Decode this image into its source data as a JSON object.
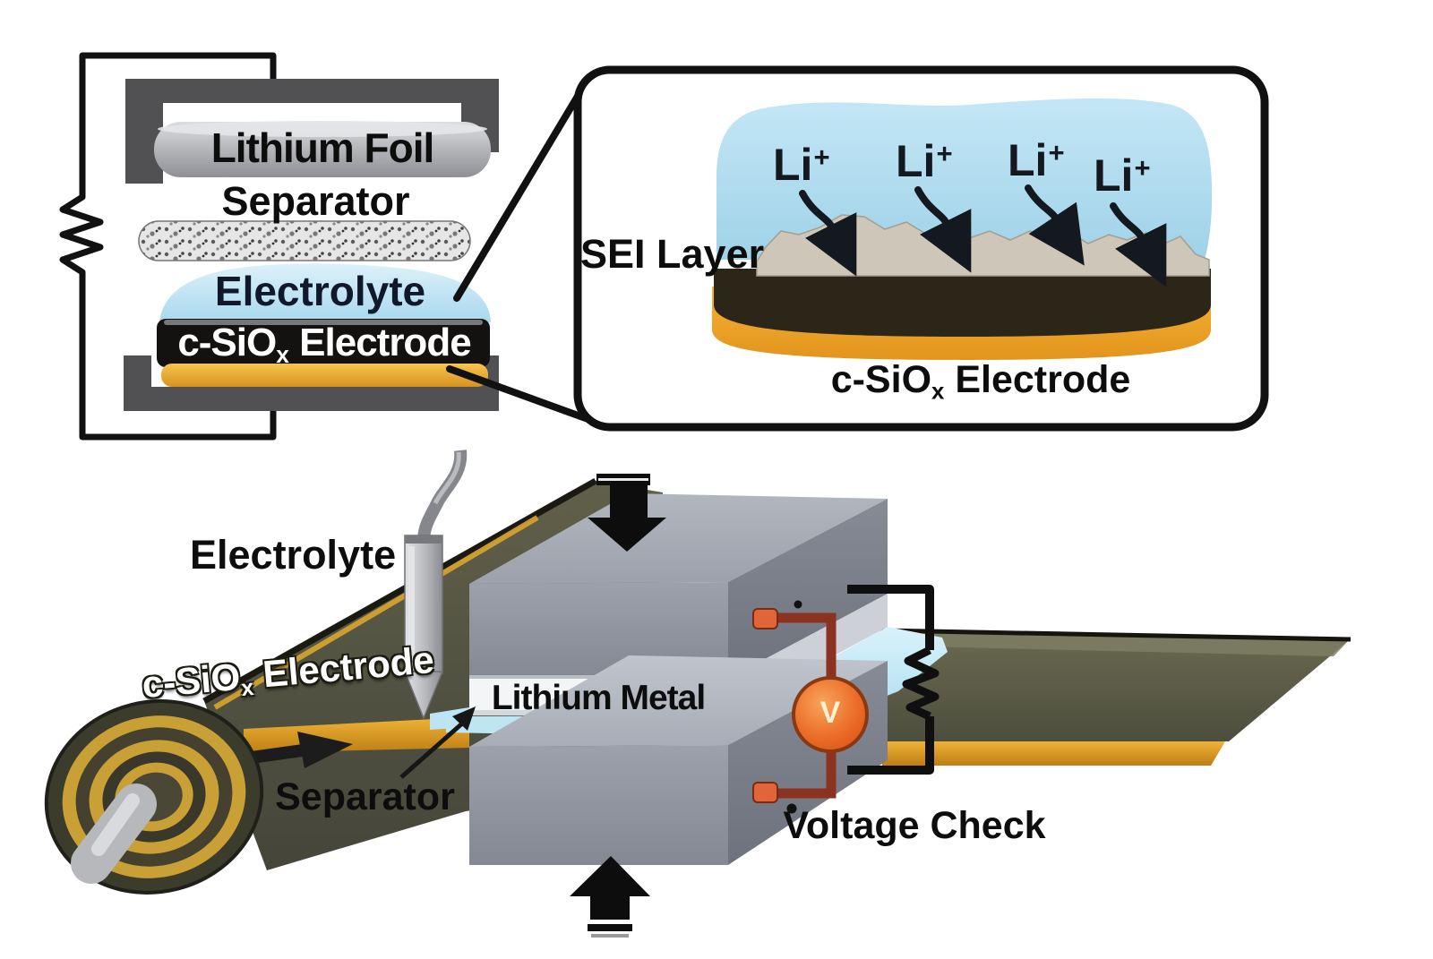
{
  "title": "c-SiOx electrode battery assembly schematic",
  "coin_cell": {
    "lithium_foil_label": "Lithium Foil",
    "separator_label": "Separator",
    "electrolyte_label": "Electrolyte",
    "electrode_label": {
      "pre": "c-SiO",
      "sub": "x",
      "post": " Electrode"
    }
  },
  "sei_inset": {
    "sei_label": "SEI Layer",
    "li_ions": [
      {
        "pre": "Li",
        "sup": "+"
      },
      {
        "pre": "Li",
        "sup": "+"
      },
      {
        "pre": "Li",
        "sup": "+"
      },
      {
        "pre": "Li",
        "sup": "+"
      }
    ],
    "electrode_label": {
      "pre": "c-SiO",
      "sub": "x",
      "post": " Electrode"
    }
  },
  "roll_press": {
    "electrolyte_label": "Electrolyte",
    "electrode_label": {
      "pre": "c-SiO",
      "sub": "x",
      "post": " Electrode"
    },
    "lithium_metal_label": "Lithium Metal",
    "separator_label": "Separator",
    "voltage_check_label": "Voltage Check",
    "voltmeter_symbol": "V"
  },
  "colors": {
    "electrolyte_blue": "#aedcf0",
    "electrode_olive": "#565642",
    "current_collector_gold": "#e3a82c",
    "press_block_gray": "#989ca6",
    "voltmeter_orange": "#e86425",
    "wire_red": "#8c3220",
    "cap_gray": "#515154",
    "line_black": "#111111"
  }
}
